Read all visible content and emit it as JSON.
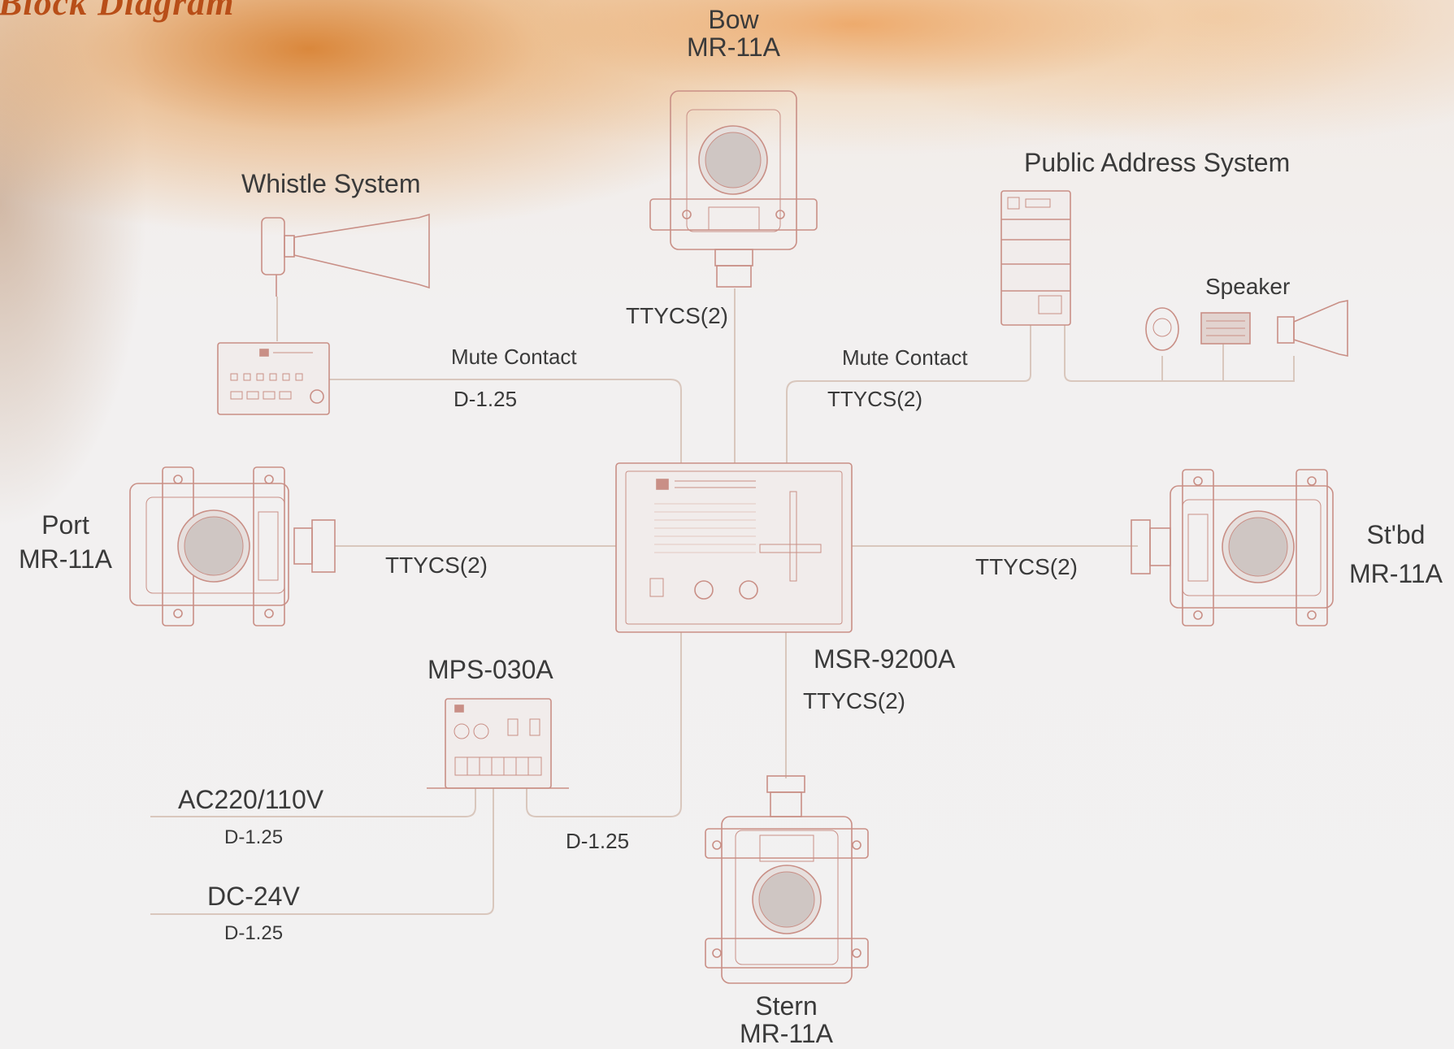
{
  "header": {
    "title": "Block Diagram"
  },
  "colors": {
    "line": "#d9c7bd",
    "device": "#c98f86",
    "text": "#3a3a3a",
    "accent": "#b84e18"
  },
  "devices": {
    "bow": {
      "name": "Bow",
      "model": "MR-11A"
    },
    "stern": {
      "name": "Stern",
      "model": "MR-11A"
    },
    "port": {
      "name": "Port",
      "model": "MR-11A"
    },
    "stbd": {
      "name": "St'bd",
      "model": "MR-11A"
    },
    "controller": {
      "model": "MSR-9200A"
    },
    "power_supply": {
      "model": "MPS-030A"
    },
    "whistle": {
      "name": "Whistle System"
    },
    "public_address": {
      "name": "Public Address System"
    },
    "speaker": {
      "name": "Speaker"
    }
  },
  "connections": {
    "bow_cable": "TTYCS(2)",
    "whistle_mute": "Mute Contact",
    "whistle_cable": "D-1.25",
    "pa_mute": "Mute Contact",
    "pa_cable": "TTYCS(2)",
    "port_cable": "TTYCS(2)",
    "stbd_cable": "TTYCS(2)",
    "stern_cable": "TTYCS(2)",
    "psu_cable": "D-1.25",
    "ac_input": "AC220/110V",
    "ac_cable": "D-1.25",
    "dc_input": "DC-24V",
    "dc_cable": "D-1.25"
  }
}
